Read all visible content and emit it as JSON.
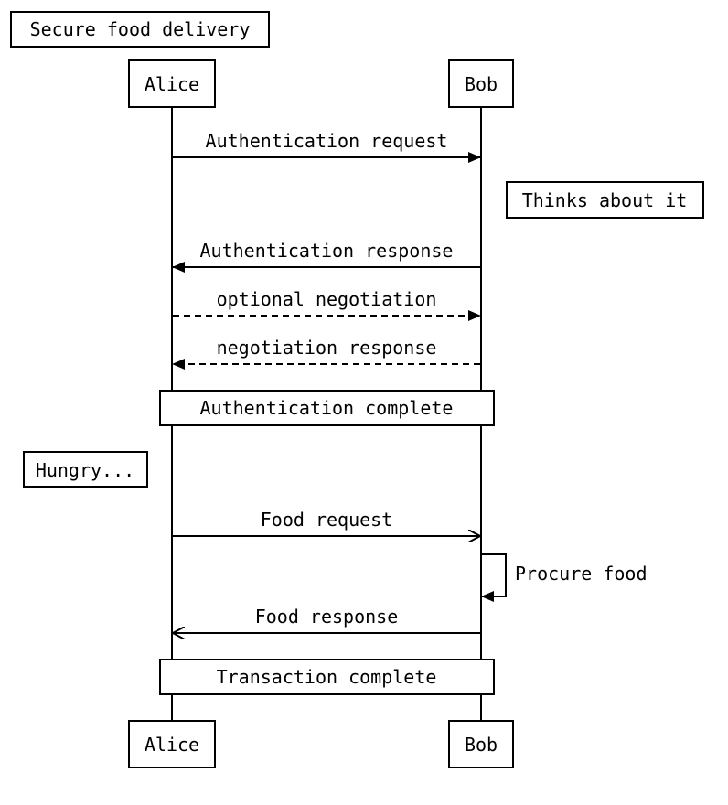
{
  "title": "Secure food delivery",
  "participants": [
    {
      "id": "alice",
      "name": "Alice"
    },
    {
      "id": "bob",
      "name": "Bob"
    }
  ],
  "messages": [
    {
      "label": "Authentication request",
      "from": "alice",
      "to": "bob",
      "line": "solid",
      "head": "filled"
    },
    {
      "label": "Authentication response",
      "from": "bob",
      "to": "alice",
      "line": "solid",
      "head": "filled"
    },
    {
      "label": "optional negotiation",
      "from": "alice",
      "to": "bob",
      "line": "dashed",
      "head": "filled"
    },
    {
      "label": "negotiation response",
      "from": "bob",
      "to": "alice",
      "line": "dashed",
      "head": "filled"
    },
    {
      "label": "Food request",
      "from": "alice",
      "to": "bob",
      "line": "solid",
      "head": "open"
    },
    {
      "label": "Procure food",
      "from": "bob",
      "to": "bob",
      "line": "solid",
      "head": "filled"
    },
    {
      "label": "Food response",
      "from": "bob",
      "to": "alice",
      "line": "solid",
      "head": "open"
    }
  ],
  "notes": {
    "bob_note": "Thinks about it",
    "alice_note": "Hungry...",
    "auth_complete": "Authentication complete",
    "transaction_complete": "Transaction complete"
  },
  "colors": {
    "line": "#000000",
    "background": "#ffffff"
  }
}
